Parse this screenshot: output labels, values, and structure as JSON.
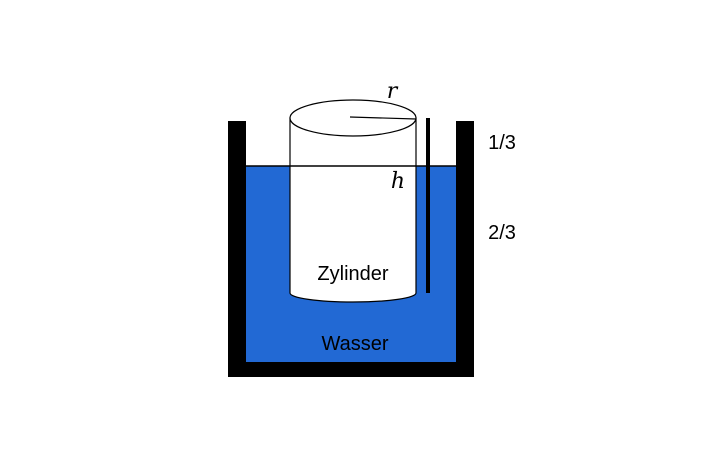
{
  "labels": {
    "radius": "r",
    "height": "h",
    "upper_fraction": "1/3",
    "lower_fraction": "2/3",
    "cylinder": "Zylinder",
    "water": "Wasser"
  },
  "colors": {
    "water": "#2269D4",
    "container": "#000000",
    "cylinder_fill": "#FFFFFF",
    "cylinder_stroke": "#000000",
    "background": "#FFFFFF"
  }
}
